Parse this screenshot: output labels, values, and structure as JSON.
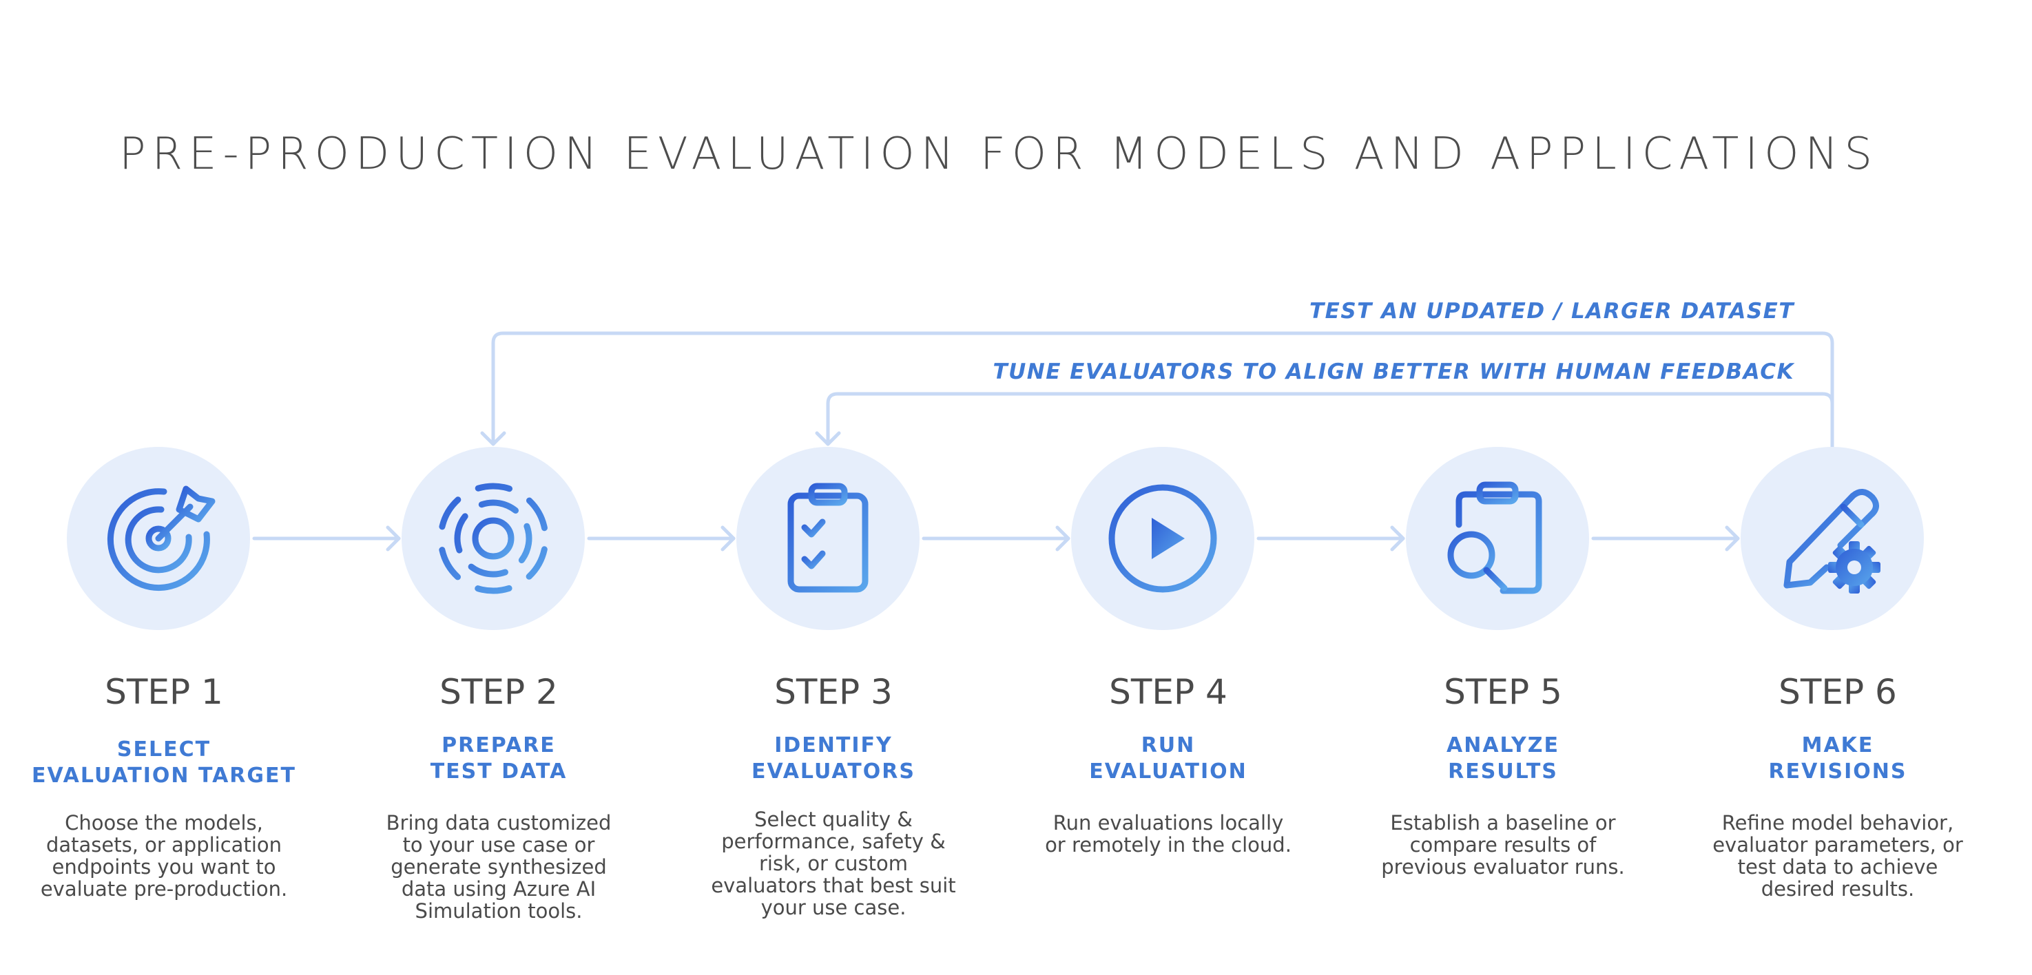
{
  "title": "PRE-PRODUCTION EVALUATION FOR MODELS AND APPLICATIONS",
  "feedback_loops": [
    {
      "label": "TEST AN UPDATED / LARGER DATASET",
      "from_step": 6,
      "to_step": 2
    },
    {
      "label": "TUNE EVALUATORS TO ALIGN BETTER WITH HUMAN FEEDBACK",
      "from_step": 6,
      "to_step": 3
    }
  ],
  "steps": [
    {
      "number": "STEP 1",
      "icon": "target-icon",
      "title_lines": [
        "SELECT",
        "EVALUATION TARGET"
      ],
      "description_lines": [
        "Choose the models,",
        "datasets, or application",
        "endpoints you want to",
        "evaluate pre-production."
      ]
    },
    {
      "number": "STEP 2",
      "icon": "data-rings-icon",
      "title_lines": [
        "PREPARE",
        "TEST DATA"
      ],
      "description_lines": [
        "Bring data customized",
        "to your use case or",
        "generate synthesized",
        "data using Azure AI",
        "Simulation tools."
      ]
    },
    {
      "number": "STEP 3",
      "icon": "clipboard-checklist-icon",
      "title_lines": [
        "IDENTIFY",
        "EVALUATORS"
      ],
      "description_lines": [
        "Select quality &",
        "performance, safety &",
        "risk, or custom",
        "evaluators that best suit",
        "your use case."
      ]
    },
    {
      "number": "STEP 4",
      "icon": "play-icon",
      "title_lines": [
        "RUN",
        "EVALUATION"
      ],
      "description_lines": [
        "Run evaluations locally",
        "or remotely in the cloud."
      ]
    },
    {
      "number": "STEP 5",
      "icon": "clipboard-search-icon",
      "title_lines": [
        "ANALYZE",
        "RESULTS"
      ],
      "description_lines": [
        "Establish a baseline or",
        "compare results of",
        "previous evaluator runs."
      ]
    },
    {
      "number": "STEP 6",
      "icon": "pencil-gear-icon",
      "title_lines": [
        "MAKE",
        "REVISIONS"
      ],
      "description_lines": [
        "Refine model behavior,",
        "evaluator parameters, or",
        "test data to achieve",
        "desired results."
      ]
    }
  ],
  "colors": {
    "accent": "#3f7ad4",
    "circle_fill": "#e6eefb",
    "connector": "#c7d9f5",
    "icon_gradient_start": "#2f5fd6",
    "icon_gradient_end": "#5aa6ec",
    "text": "#4a4a4a",
    "title_text": "#4d4d4d"
  }
}
